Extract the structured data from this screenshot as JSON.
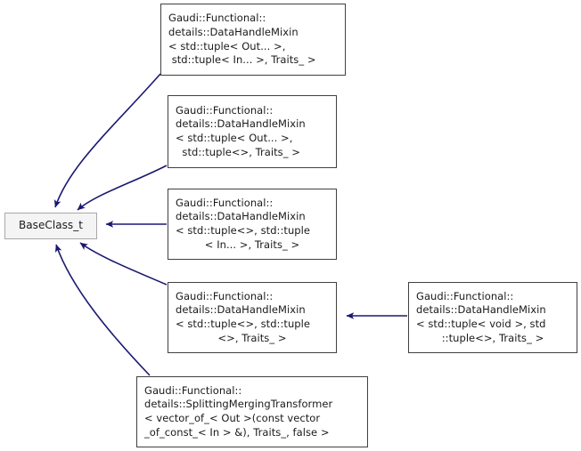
{
  "diagram": {
    "title": "BaseClass_t inheritance diagram",
    "type": "uml-inheritance-graph",
    "edge_color": "#191970",
    "node_border_color": "#404040",
    "base_node_border_color": "#a8a8a8",
    "base_node_fill": "#f4f4f4",
    "background": "#ffffff"
  },
  "nodes": {
    "base": {
      "label": "BaseClass_t",
      "lines": [
        "BaseClass_t"
      ]
    },
    "mixin_out_in": {
      "lines": [
        "Gaudi::Functional::",
        "details::DataHandleMixin",
        "< std::tuple< Out... >,",
        " std::tuple< In... >, Traits_ >"
      ]
    },
    "mixin_out_empty": {
      "lines": [
        "Gaudi::Functional::",
        "details::DataHandleMixin",
        "< std::tuple< Out... >,",
        "  std::tuple<>, Traits_ >"
      ]
    },
    "mixin_empty_in": {
      "lines": [
        "Gaudi::Functional::",
        "details::DataHandleMixin",
        "< std::tuple<>, std::tuple",
        "< In... >, Traits_ >"
      ]
    },
    "mixin_empty_empty": {
      "lines": [
        "Gaudi::Functional::",
        "details::DataHandleMixin",
        "< std::tuple<>, std::tuple",
        "<>, Traits_ >"
      ]
    },
    "mixin_void_empty": {
      "lines": [
        "Gaudi::Functional::",
        "details::DataHandleMixin",
        "< std::tuple< void >, std",
        "::tuple<>, Traits_ >"
      ]
    },
    "splitting_merging_transformer": {
      "lines": [
        "Gaudi::Functional::",
        "details::SplittingMergingTransformer",
        "< vector_of_< Out >(const vector",
        "_of_const_< In > &), Traits_, false >"
      ]
    }
  },
  "edges": [
    {
      "from": "mixin_out_in",
      "to": "base",
      "style": "curved-arrow"
    },
    {
      "from": "mixin_out_empty",
      "to": "base",
      "style": "curved-arrow"
    },
    {
      "from": "mixin_empty_in",
      "to": "base",
      "style": "straight-arrow"
    },
    {
      "from": "mixin_empty_empty",
      "to": "base",
      "style": "curved-arrow"
    },
    {
      "from": "splitting_merging_transformer",
      "to": "base",
      "style": "curved-arrow"
    },
    {
      "from": "mixin_void_empty",
      "to": "mixin_empty_empty",
      "style": "straight-arrow"
    }
  ]
}
